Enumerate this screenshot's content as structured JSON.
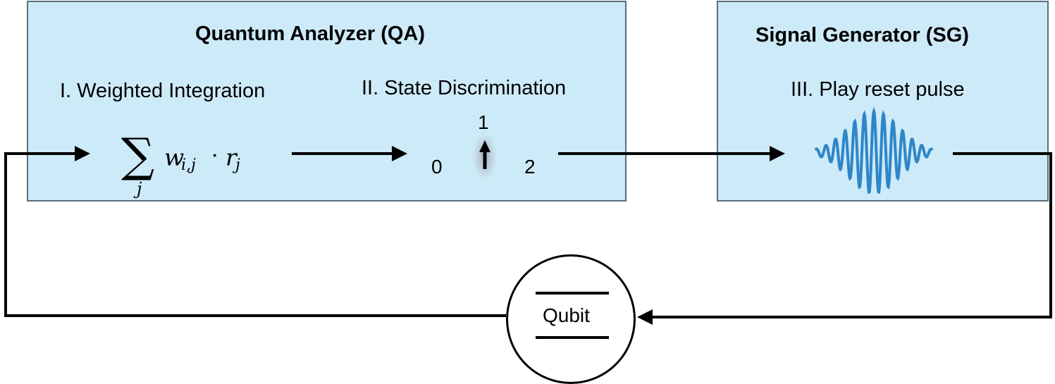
{
  "qa": {
    "title": "Quantum Analyzer (QA)",
    "step1": "I. Weighted Integration",
    "step2": "II. State Discrimination",
    "formula": {
      "sum_symbol": "∑",
      "sum_index": "j",
      "weight": "w",
      "weight_sub": "i,j",
      "dot": "·",
      "signal": "r",
      "signal_sub": "j"
    },
    "states": {
      "s0": "0",
      "s1": "1",
      "s2": "2"
    }
  },
  "sg": {
    "title": "Signal Generator (SG)",
    "step3": "III. Play reset pulse"
  },
  "qubit": {
    "label": "Qubit"
  },
  "colors": {
    "box_fill": "#cdeaf8",
    "box_border": "#5a6e7c",
    "pulse": "#2e86c8",
    "wire": "#000000"
  }
}
